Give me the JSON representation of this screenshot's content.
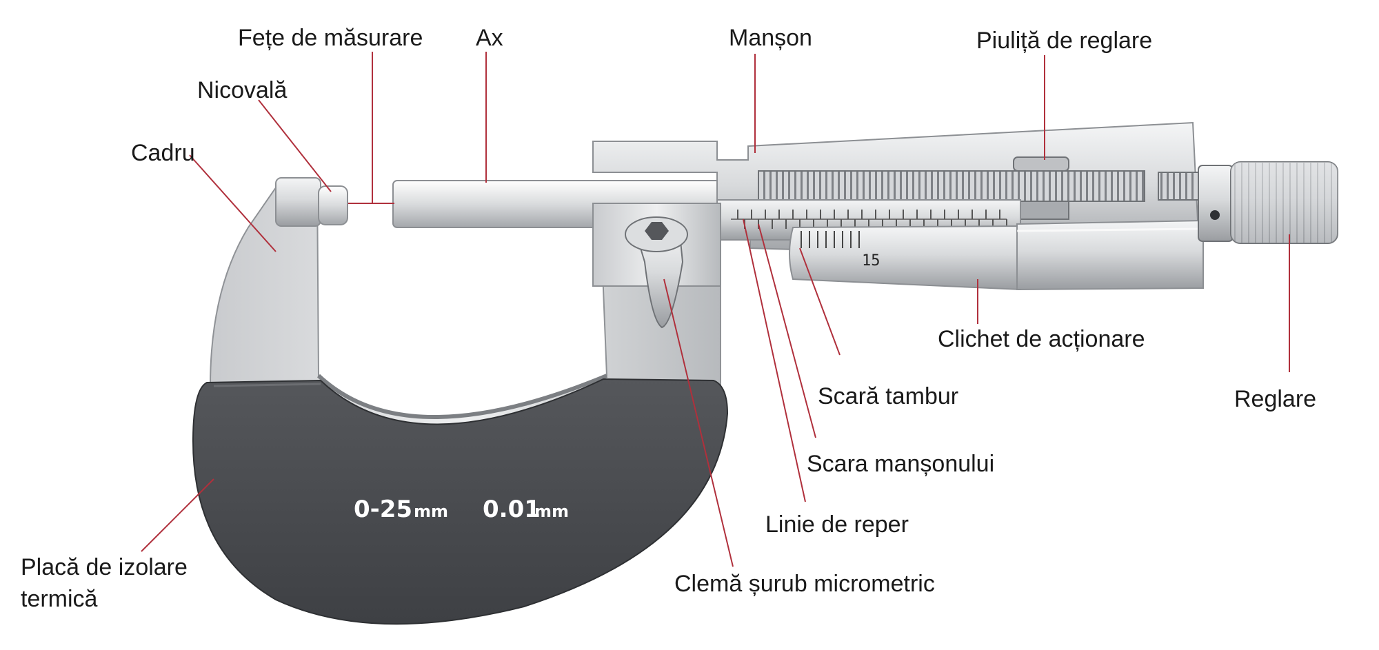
{
  "labels": {
    "fete_masurare": "Fețe de măsurare",
    "ax": "Ax",
    "manson": "Manșon",
    "piulita": "Piuliță de reglare",
    "nicovala": "Nicovală",
    "cadru": "Cadru",
    "clichet": "Clichet de acționare",
    "reglare": "Reglare",
    "scara_tambur": "Scară tambur",
    "scara_mansonului": "Scara manșonului",
    "linie_reper": "Linie de reper",
    "clema": "Clemă șurub micrometric",
    "placa_line1": "Placă de izolare",
    "placa_line2": "termică"
  },
  "plate": {
    "range_value": "0-25",
    "range_unit": "mm",
    "resolution_value": "0.01",
    "resolution_unit": "mm"
  },
  "thimble_number": "15",
  "colors": {
    "leader": "#b0303c",
    "plate": "#4a4c50",
    "steel_light": "#e6e7e9",
    "steel_mid": "#c3c5c8",
    "steel_dark": "#8d9094"
  }
}
